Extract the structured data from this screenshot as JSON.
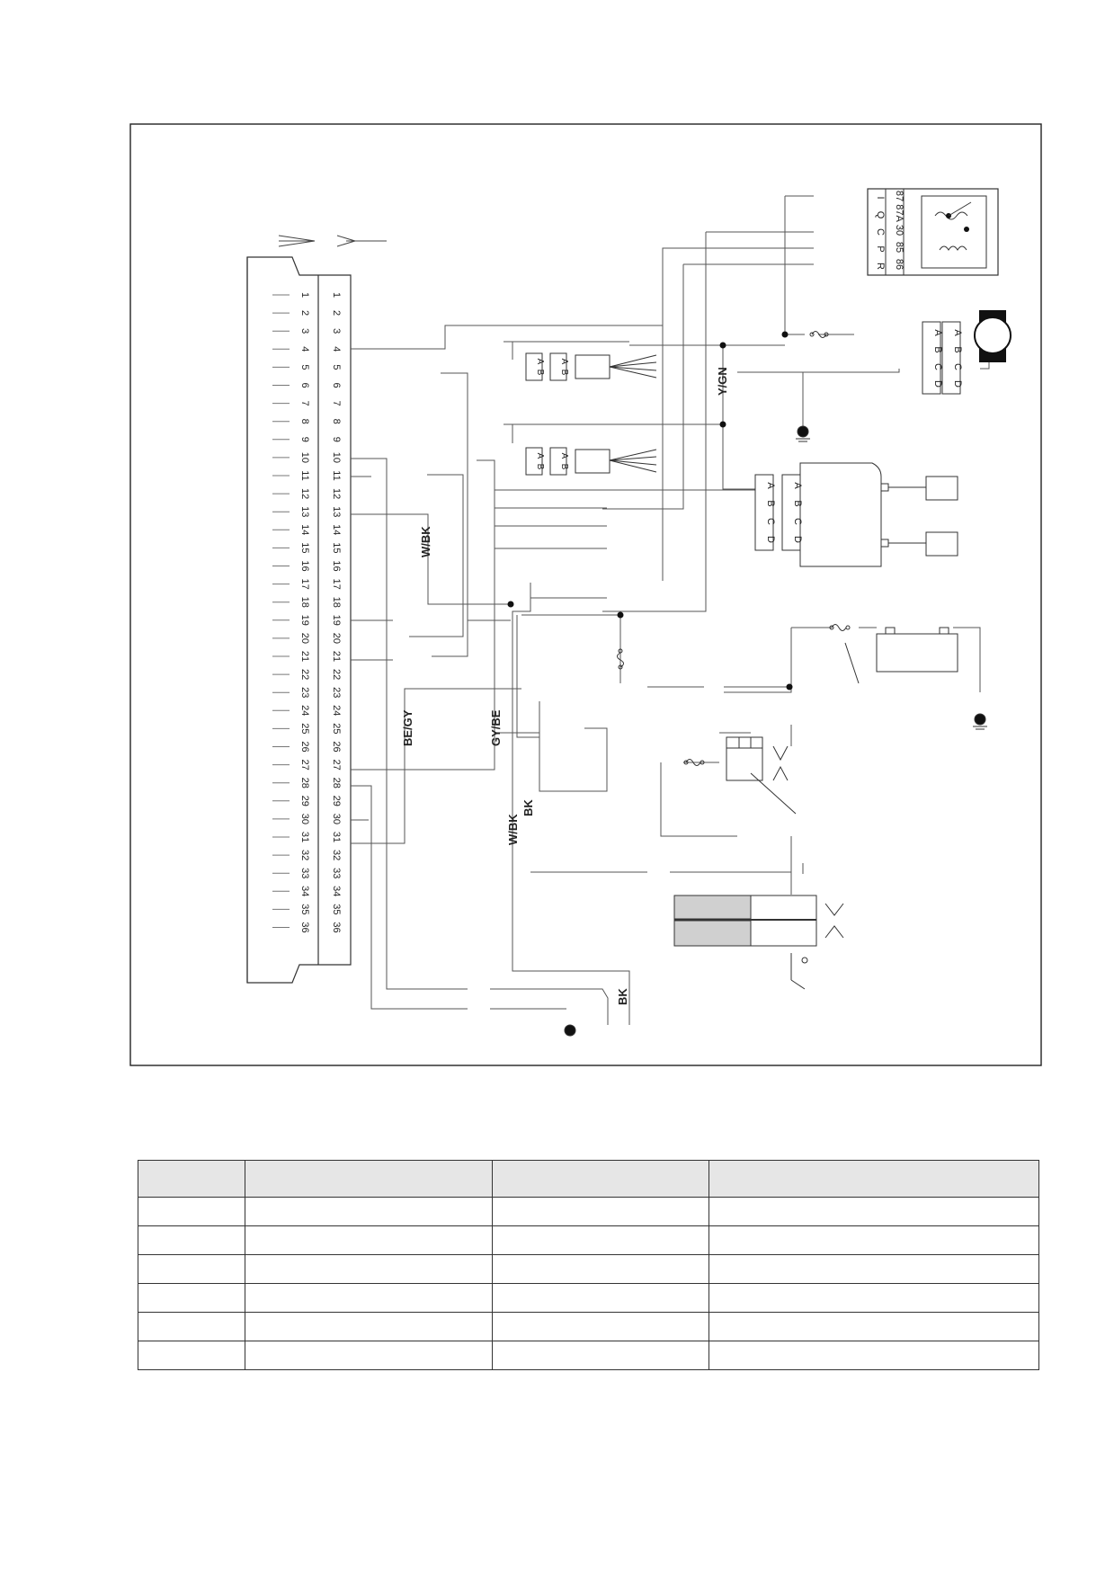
{
  "wire_labels": {
    "w1": "W/BK",
    "w2": "Y/GN",
    "w3": "BE/GY",
    "w4": "GY/BE",
    "w5": "W/BK",
    "w6": "BK",
    "w7": "BK"
  },
  "relay_terminals": {
    "top": [
      "87",
      "87A",
      "30",
      "85",
      "86"
    ],
    "bottom": [
      "I",
      "Q",
      "C",
      "P",
      "R"
    ]
  },
  "sensor_connector_pins": [
    "A",
    "B"
  ],
  "four_pin_connector_pins": [
    "A",
    "B",
    "C",
    "D"
  ],
  "ecu_pins": [
    "1",
    "2",
    "3",
    "4",
    "5",
    "6",
    "7",
    "8",
    "9",
    "10",
    "11",
    "12",
    "13",
    "14",
    "15",
    "16",
    "17",
    "18",
    "19",
    "20",
    "21",
    "22",
    "23",
    "24",
    "25",
    "26",
    "27",
    "28",
    "29",
    "30",
    "31",
    "32",
    "33",
    "34",
    "35",
    "36"
  ],
  "legend_table": {
    "columns": [
      "",
      "",
      "",
      ""
    ],
    "rows": [
      [
        "",
        "",
        "",
        ""
      ],
      [
        "",
        "",
        "",
        ""
      ],
      [
        "",
        "",
        "",
        ""
      ],
      [
        "",
        "",
        "",
        ""
      ],
      [
        "",
        "",
        "",
        ""
      ],
      [
        "",
        "",
        "",
        ""
      ]
    ]
  }
}
